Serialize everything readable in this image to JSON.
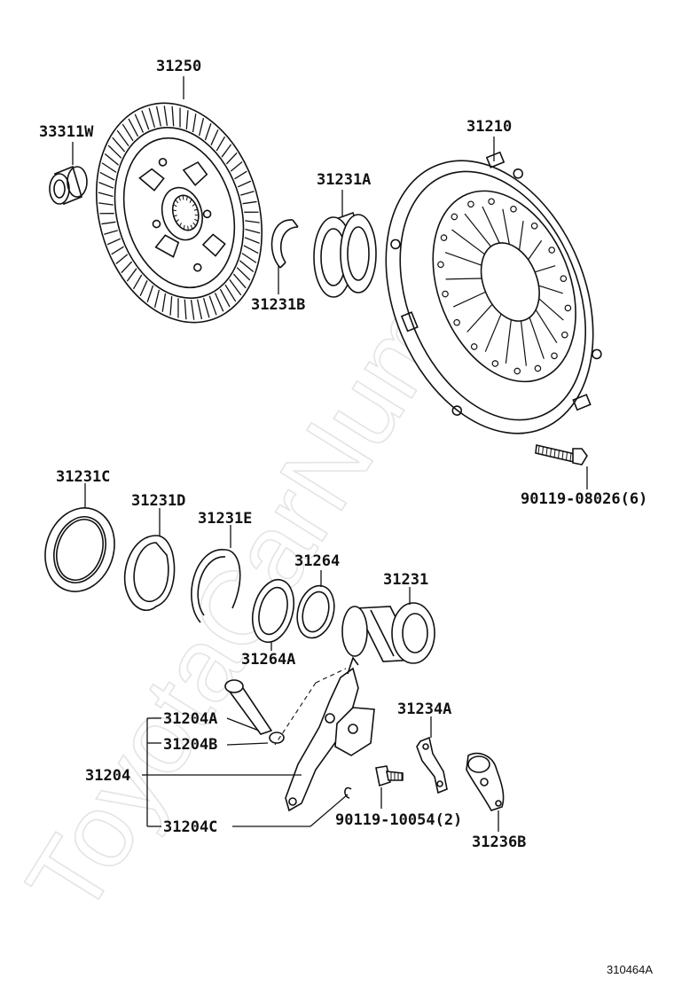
{
  "watermark": "ToyotaCarNum.ru",
  "diagram_ref": "310464A",
  "labels": {
    "p31250": "31250",
    "p33311w": "33311W",
    "p31210": "31210",
    "p31231a": "31231A",
    "p31231b": "31231B",
    "p90119_08026": "90119-08026(6)",
    "p31231c": "31231C",
    "p31231d": "31231D",
    "p31231e": "31231E",
    "p31264": "31264",
    "p31231": "31231",
    "p31264a": "31264A",
    "p31204a": "31204A",
    "p31204b": "31204B",
    "p31204": "31204",
    "p31204c": "31204C",
    "p31234a": "31234A",
    "p90119_10054": "90119-10054(2)",
    "p31236b": "31236B"
  }
}
